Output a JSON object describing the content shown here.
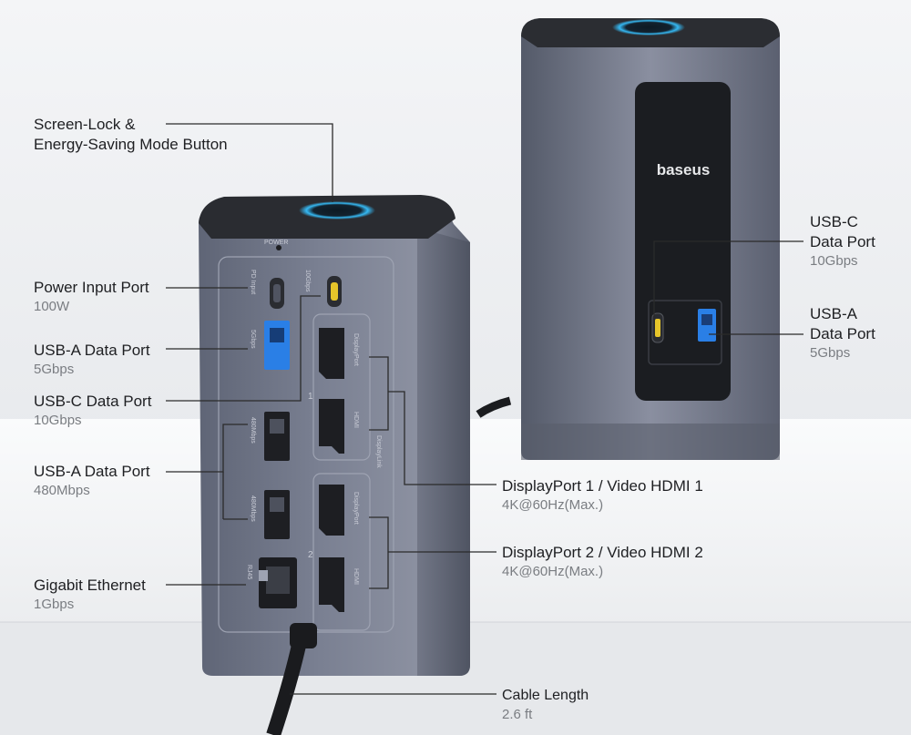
{
  "brand": "baseus",
  "device": {
    "power_label": "POWER",
    "port_labels": {
      "pd_input": "PD Input",
      "usb_c_10g": "10Gbps",
      "usb_a_5g": "5Gbps",
      "usb_a_480_1": "480Mbps",
      "usb_a_480_2": "480Mbps",
      "rj45": "RJ45",
      "displayport_1": "DisplayPort",
      "hdmi_1": "HDMI",
      "displayport_2": "DisplayPort",
      "hdmi_2": "HDMI",
      "displaylink": "DisplayLink",
      "group_1": "1",
      "group_2": "2"
    }
  },
  "callouts": {
    "screen_lock": {
      "title_line1": "Screen-Lock &",
      "title_line2": "Energy-Saving Mode Button"
    },
    "power_input": {
      "title": "Power Input Port",
      "sub": "100W"
    },
    "usb_a_5g": {
      "title": "USB-A Data Port",
      "sub": "5Gbps"
    },
    "usb_c_10g": {
      "title": "USB-C Data Port",
      "sub": "10Gbps"
    },
    "usb_a_480": {
      "title": "USB-A Data Port",
      "sub": "480Mbps"
    },
    "ethernet": {
      "title": "Gigabit Ethernet",
      "sub": "1Gbps"
    },
    "back_usb_c": {
      "title_line1": "USB-C",
      "title_line2": "Data Port",
      "sub": "10Gbps"
    },
    "back_usb_a": {
      "title_line1": "USB-A",
      "title_line2": "Data Port",
      "sub": "5Gbps"
    },
    "display_1": {
      "title": "DisplayPort 1 / Video HDMI 1",
      "sub": "4K@60Hz(Max.)"
    },
    "display_2": {
      "title": "DisplayPort 2 / Video HDMI 2",
      "sub": "4K@60Hz(Max.)"
    },
    "cable": {
      "title": "Cable Length",
      "sub": "2.6 ft"
    }
  },
  "colors": {
    "body": "#6d7384",
    "top": "#2a2c31",
    "glow": "#35b8f2",
    "usb_blue": "#2a7fe6",
    "usb_c_yellow": "#e6c52a",
    "line": "#2b2b2b"
  }
}
